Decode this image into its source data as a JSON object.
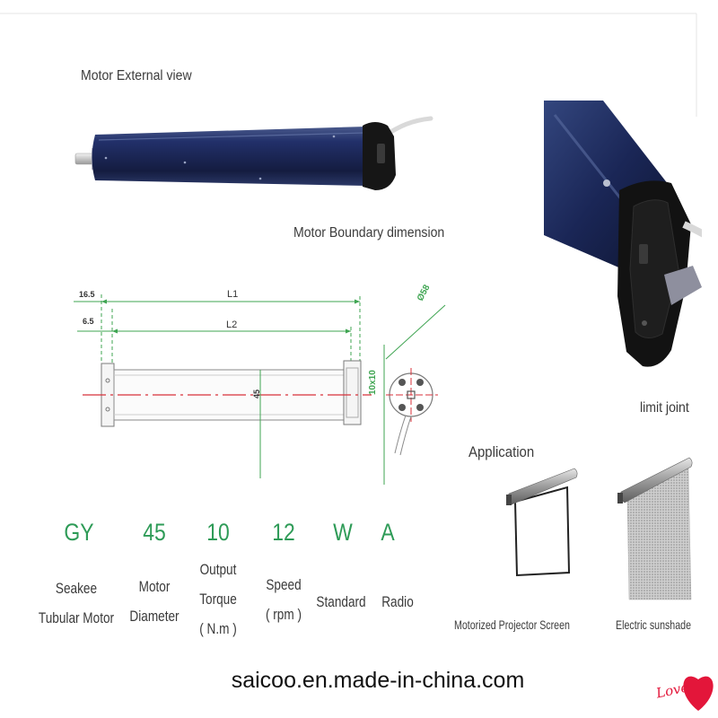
{
  "labels": {
    "external_view": "Motor External view",
    "boundary_dimension": "Motor Boundary dimension",
    "limit_joint": "limit joint"
  },
  "drawing": {
    "dim_16_5": "16.5",
    "dim_6_5": "6.5",
    "l1": "L1",
    "l2": "L2",
    "diameter": "45",
    "shaft": "10x10",
    "outer_diameter": "Ø58"
  },
  "application": {
    "title": "Application",
    "projector_caption": "Motorized Projector Screen",
    "sunshade_caption": "Electric sunshade"
  },
  "model_code": [
    {
      "code": "GY",
      "lines": [
        "Seakee",
        "Tubular Motor"
      ]
    },
    {
      "code": "45",
      "lines": [
        "Motor",
        "Diameter"
      ]
    },
    {
      "code": "10",
      "lines": [
        "Output",
        "Torque",
        "( N.m )"
      ]
    },
    {
      "code": "12",
      "lines": [
        "Speed",
        "( rpm )"
      ]
    },
    {
      "code": "W",
      "lines": [
        "Standard"
      ]
    },
    {
      "code": "A",
      "lines": [
        "Radio"
      ]
    }
  ],
  "footer": {
    "website": "saicoo.en.made-in-china.com",
    "logo_text": "Love"
  },
  "colors": {
    "code_green": "#2e9b57",
    "dimension_green": "#3fa552",
    "center_line_red": "#d8313a",
    "motor_navy": "#1c2a5a",
    "heart_red": "#e3163a"
  }
}
